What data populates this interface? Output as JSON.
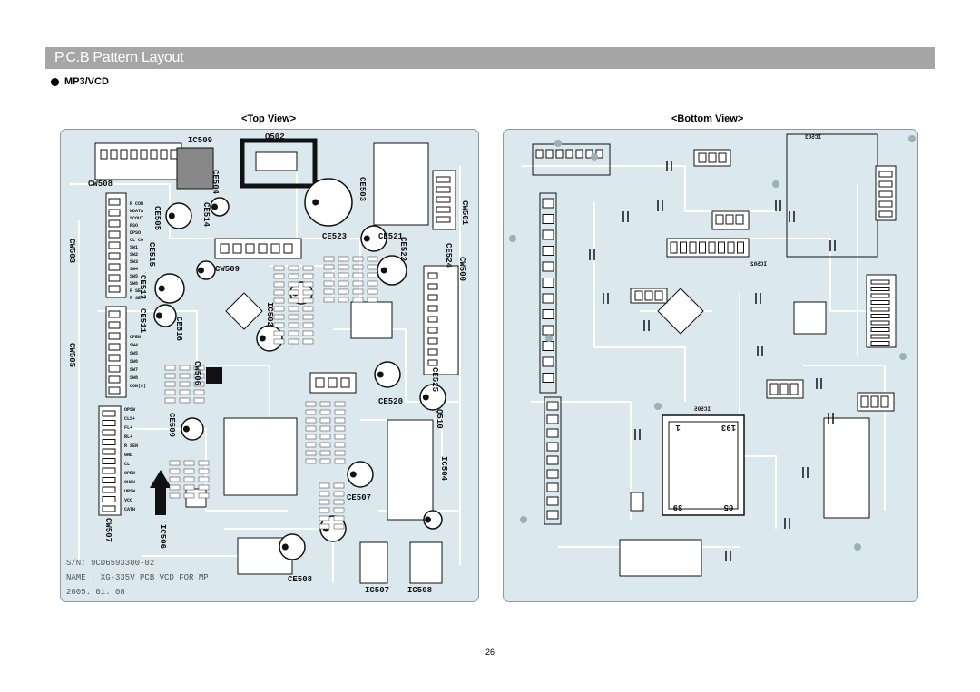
{
  "section_title": "P.C.B Pattern Layout",
  "subsection": "MP3/VCD",
  "top_view_label": "<Top View>",
  "bottom_view_label": "<Bottom View>",
  "page_number": "26",
  "colors": {
    "board": "#dbe9ef",
    "trace": "#ffffff",
    "ink": "#111111",
    "bar": "#a6a6a6"
  },
  "top_view": {
    "ref_labels": [
      "Q502",
      "IC509",
      "CW508",
      "CE504",
      "CE514",
      "CE503",
      "CW501",
      "CE505",
      "CW503",
      "CE515",
      "CE513",
      "CE511",
      "CE516",
      "CW509",
      "IC502",
      "CE521",
      "CE522",
      "CE523",
      "CE524",
      "CW500",
      "CW505",
      "CW506",
      "CE525",
      "CE520",
      "Q510",
      "CE509",
      "IC504",
      "CE507",
      "IC506",
      "CW507",
      "CE508",
      "IC507",
      "IC508"
    ],
    "silk_serial": "S/N: 9CD6593300-02",
    "silk_name": "NAME : XG-335V PCB VCD FOR MP",
    "silk_date": "2005. 01. 08",
    "connector_pins_cw503": [
      "R CON",
      "WDATA",
      "SCOUT",
      "RSO",
      "DPSO",
      "CL CO",
      "SW1",
      "SW2",
      "SW3",
      "SW4",
      "SW5",
      "SW6",
      "R SET",
      "F SET"
    ],
    "connector_pins_cw505": [
      "OPEN",
      "SW4",
      "SW5",
      "SW6",
      "SW7",
      "SW8",
      "CON(C)"
    ],
    "connector_pins_cw507": [
      "OPSW",
      "CLS+",
      "FL+",
      "RL+",
      "R SEN",
      "GND",
      "CL",
      "OPEN",
      "OHSW",
      "UPSW",
      "VCC",
      "CATH"
    ]
  },
  "bottom_view": {
    "ref_labels": [
      "IC503",
      "IC502",
      "IC505"
    ],
    "pin_marks": [
      "1",
      "193",
      "39",
      "65"
    ]
  }
}
